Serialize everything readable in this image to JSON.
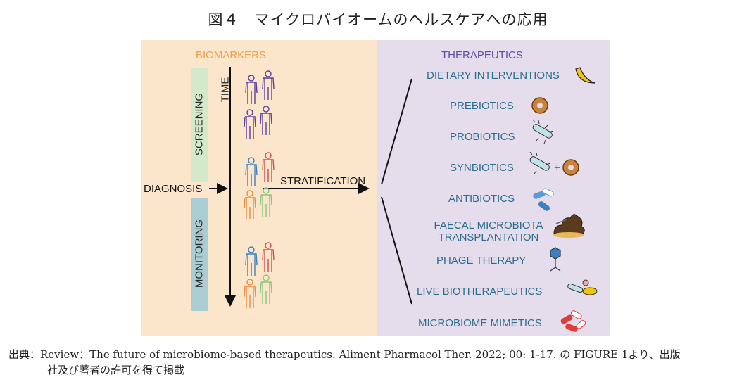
{
  "title": "図４　マイクロバイオームのヘルスケアへの応用",
  "left_panel": {
    "biomarkers": "BIOMARKERS",
    "screening": "SCREENING",
    "monitoring": "MONITORING",
    "time": "TIME",
    "diagnosis": "DIAGNOSIS",
    "stratification": "STRATIFICATION"
  },
  "right_panel": {
    "heading": "THERAPEUTICS",
    "items": [
      {
        "label": "DIETARY INTERVENTIONS",
        "icon": "banana-icon"
      },
      {
        "label": "PREBIOTICS",
        "icon": "donut-icon"
      },
      {
        "label": "PROBIOTICS",
        "icon": "bacterium-icon"
      },
      {
        "label": "SYNBIOTICS",
        "plus": "+",
        "icon": "bacterium-donut-icon"
      },
      {
        "label": "ANTIBIOTICS",
        "icon": "capsules-icon"
      },
      {
        "label_line1": "FAECAL MICROBIOTA",
        "label_line2": "TRANSPLANTATION",
        "icon": "faeces-icon"
      },
      {
        "label": "PHAGE THERAPY",
        "icon": "phage-icon"
      },
      {
        "label": "LIVE BIOTHERAPEUTICS",
        "icon": "bacteria-cluster-icon"
      },
      {
        "label": "MICROBIOME MIMETICS",
        "icon": "red-capsules-icon"
      }
    ]
  },
  "colors": {
    "left_panel_bg": "#fbe6cc",
    "right_panel_bg": "#e5ddec",
    "screening_bar": "#d3e9c9",
    "monitoring_bar": "#a9cdd2",
    "biomarkers_text": "#f0a048",
    "therapeutics_heading": "#5e4fa4",
    "therapeutics_items": "#2c6d8d",
    "figure_purple": "#5a3fa0",
    "figure_blue": "#3d7fbf",
    "figure_red": "#d24b4b",
    "figure_orange": "#ee8a3c",
    "figure_green": "#8cc47a"
  },
  "caption": {
    "line1": "出典：Review：The future of microbiome-based therapeutics. Aliment Pharmacol Ther. 2022; 00: 1-17. の FIGURE 1より、出版",
    "line2": "社及び著者の許可を得て掲載"
  }
}
